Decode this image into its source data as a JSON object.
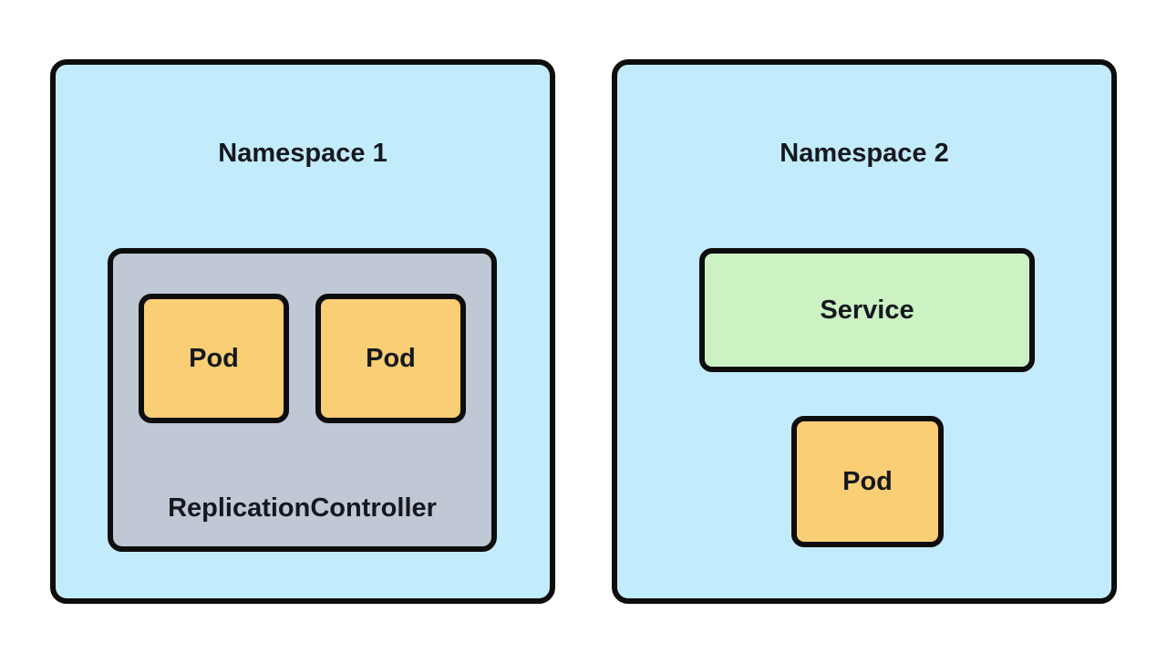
{
  "colors": {
    "canvas_bg": "#ffffff",
    "namespace_fill": "#c2ecfb",
    "controller_fill": "#c0c8d5",
    "pod_fill": "#f9ce74",
    "service_fill": "#ccf2c3",
    "border": "#0d0d0d",
    "text": "#15181e"
  },
  "diagram": {
    "type": "kubernetes-namespace-diagram",
    "namespace1": {
      "label": "Namespace 1",
      "controller": {
        "label": "ReplicationController",
        "pods": [
          {
            "label": "Pod"
          },
          {
            "label": "Pod"
          }
        ]
      }
    },
    "namespace2": {
      "label": "Namespace 2",
      "service": {
        "label": "Service"
      },
      "pod": {
        "label": "Pod"
      }
    }
  }
}
